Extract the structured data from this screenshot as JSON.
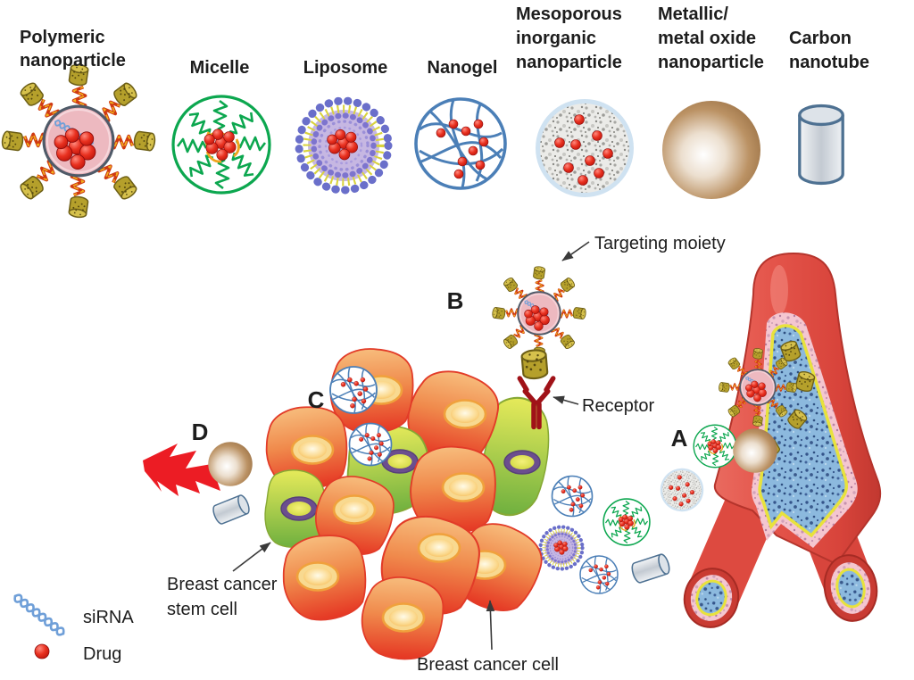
{
  "nanoparticle_types": [
    {
      "id": "polymeric",
      "label_lines": [
        "Polymeric",
        "nanoparticle"
      ]
    },
    {
      "id": "micelle",
      "label_lines": [
        "Micelle"
      ]
    },
    {
      "id": "liposome",
      "label_lines": [
        "Liposome"
      ]
    },
    {
      "id": "nanogel",
      "label_lines": [
        "Nanogel"
      ]
    },
    {
      "id": "mesoporous",
      "label_lines": [
        "Mesoporous",
        "inorganic",
        "nanoparticle"
      ]
    },
    {
      "id": "metallic",
      "label_lines": [
        "Metallic/",
        "metal oxide",
        "nanoparticle"
      ]
    },
    {
      "id": "carbon_nanotube",
      "label_lines": [
        "Carbon",
        "nanotube"
      ]
    }
  ],
  "annotations": {
    "targeting_moiety": "Targeting moiety",
    "receptor": "Receptor",
    "breast_cancer_stem_cell_lines": [
      "Breast cancer",
      "stem cell"
    ],
    "breast_cancer_cell": "Breast cancer cell"
  },
  "markers": {
    "a": "A",
    "b": "B",
    "c": "C",
    "d": "D"
  },
  "legend": [
    {
      "icon": "sirna-helix-icon",
      "label": "siRNA"
    },
    {
      "icon": "drug-dot-icon",
      "label": "Drug"
    }
  ],
  "colors": {
    "drug_red": "#d01910",
    "micelle_green": "#0ca74f",
    "nanogel_blue": "#4b7fb7",
    "liposome_violet": "#6a6fca",
    "vessel_red": "#dd4a40",
    "cell_orange": "#f08a4c",
    "stem_cell_green": "#8abb42",
    "stem_nucleus_purple": "#6b4e8e",
    "metal_brown": "#8d6436",
    "moiety_gold": "#b5a02b",
    "text": "#1d1d1d"
  }
}
